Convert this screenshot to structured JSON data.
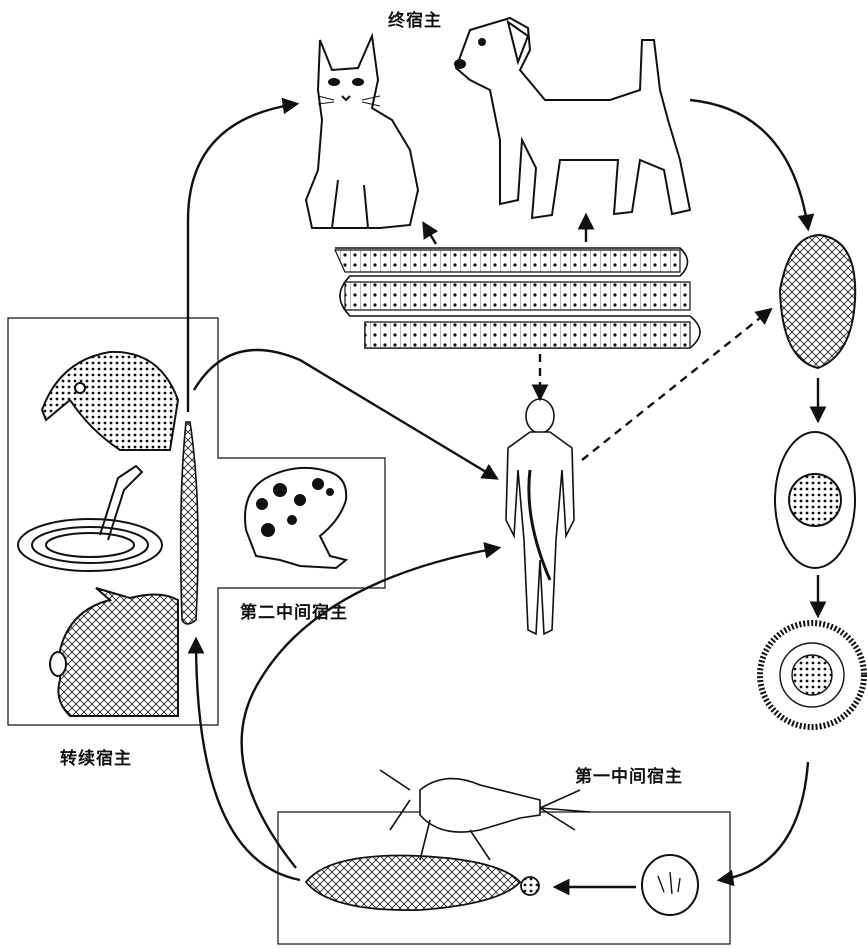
{
  "labels": {
    "final_host": "终宿主",
    "second_intermediate_host": "第二中间宿主",
    "paratenic_host": "转续宿主",
    "first_intermediate_host": "第一中间宿主"
  },
  "colors": {
    "ink": "#111111",
    "background": "#ffffff"
  }
}
